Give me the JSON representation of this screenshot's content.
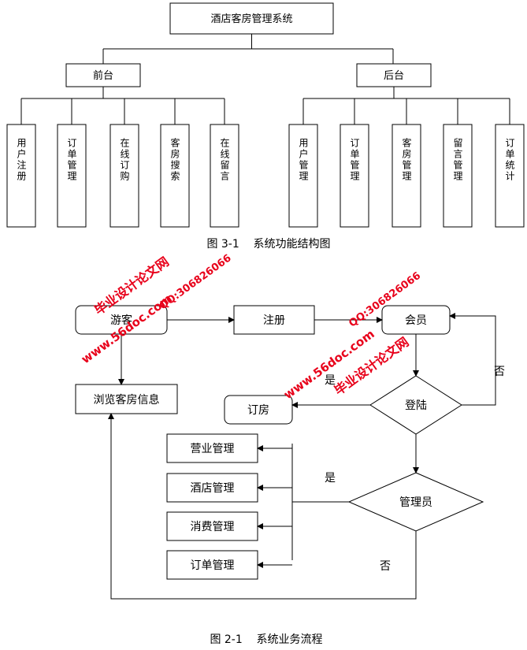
{
  "structure": {
    "root": "酒店客房管理系统",
    "front": {
      "label": "前台",
      "modules": [
        "用户注册",
        "订单管理",
        "在线订购",
        "客房搜索",
        "在线留言"
      ]
    },
    "back": {
      "label": "后台",
      "modules": [
        "用户管理",
        "订单管理",
        "客房管理",
        "留言管理",
        "订单统计"
      ]
    },
    "caption": "图 3-1    系统功能结构图"
  },
  "flow": {
    "visitor": "游客",
    "register": "注册",
    "member": "会员",
    "browse": "浏览客房信息",
    "login": "登陆",
    "order": "订房",
    "admin": "管理员",
    "ops": [
      "营业管理",
      "酒店管理",
      "消费管理",
      "订单管理"
    ],
    "yes1": "是",
    "no1": "否",
    "yes2": "是",
    "no2": "否",
    "caption": "图 2-1    系统业务流程"
  },
  "watermarks": {
    "site": "www.56doc.com",
    "name": "毕业设计论文网",
    "qq": "QQ:306826066"
  }
}
